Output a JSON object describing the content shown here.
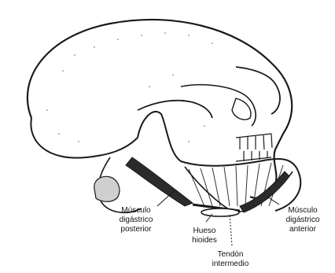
{
  "diagram": {
    "labels": {
      "posterior": "Músculo\ndigástrico\nposterior",
      "hyoid": "Hueso\nhioides",
      "tendon": "Tendón\nintermedio",
      "anterior": "Músculo\ndigástrico\nanterior"
    },
    "colors": {
      "line": "#1a1a1a",
      "muscle": "#2b2b2b",
      "paper": "#ffffff"
    }
  }
}
